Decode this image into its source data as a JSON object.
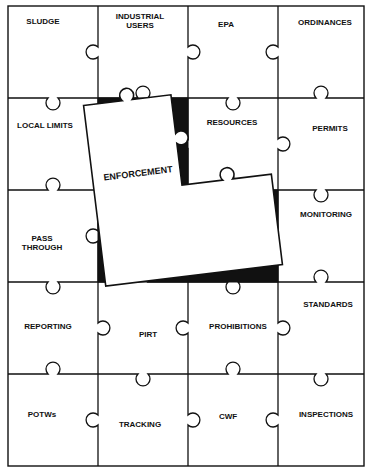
{
  "diagram": {
    "nodes": [
      {
        "text": [
          "SLUDGE"
        ]
      },
      {
        "text": [
          "INDUSTRIAL USERS"
        ]
      },
      {
        "text": [
          "EPA"
        ]
      },
      {
        "text": [
          "ORDINANCES"
        ]
      },
      {
        "text": [
          "LOCAL LIMITS"
        ]
      },
      {
        "text": [
          "ENFORCEMENT"
        ]
      },
      {
        "text": [
          "RESOURCES"
        ]
      },
      {
        "text": [
          "PERMITS"
        ]
      },
      {
        "text": [
          "PASS THROUGH"
        ]
      },
      {
        "text": [
          "MONITORING"
        ]
      },
      {
        "text": [
          "REPORTING"
        ]
      },
      {
        "text": [
          "PIRT"
        ]
      },
      {
        "text": [
          "PROHIBITIONS"
        ]
      },
      {
        "text": [
          "STANDARDS"
        ]
      },
      {
        "text": [
          "POTWs"
        ]
      },
      {
        "text": [
          "TRACKING"
        ]
      },
      {
        "text": [
          "CWF"
        ]
      },
      {
        "text": [
          "INSPECTIONS"
        ]
      }
    ]
  }
}
